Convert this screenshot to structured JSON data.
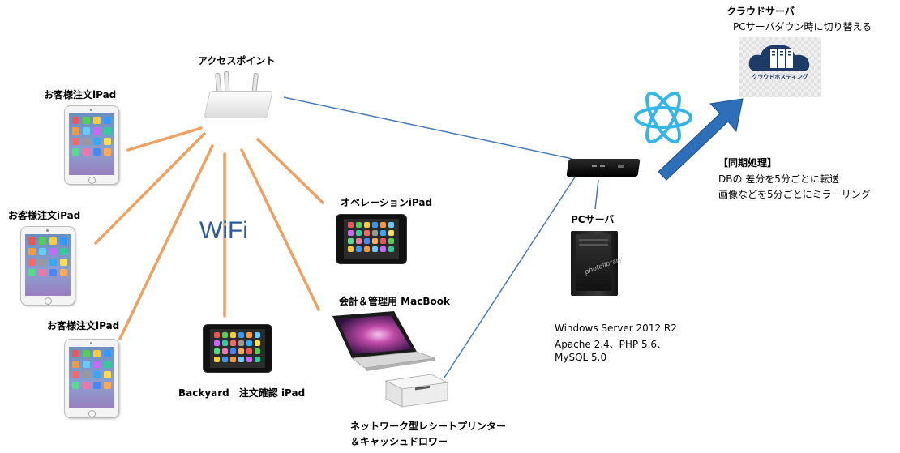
{
  "labels": {
    "cloud_server": "クラウドサーバ",
    "cloud_note": "PCサーバダウン時に切り替える",
    "cloud_icon_caption": "クラウドホスティング",
    "access_point": "アクセスポイント",
    "customer_ipad_1": "お客様注文iPad",
    "customer_ipad_2": "お客様注文iPad",
    "customer_ipad_3": "お客様注文iPad",
    "wifi": "WiFi",
    "operation_ipad": "オペレーションiPad",
    "macbook": "会計＆管理用 MacBook",
    "backyard_ipad": "Backyard　注文確認 iPad",
    "printer_line1": "ネットワーク型レシートプリンター",
    "printer_line2": "＆キャッシュドロワー",
    "pc_server": "PCサーバ",
    "tower_brand": "photolibrary",
    "sync_title": "【同期処理】",
    "sync_line1": "DBの 差分を5分ごとに転送",
    "sync_line2": "画像などを5分ごとにミラーリング",
    "server_spec_1": "Windows Server 2012 R2",
    "server_spec_2": "Apache 2.4、PHP 5.6、",
    "server_spec_3": "MySQL 5.0"
  },
  "colors": {
    "wifi_links": "#f0a060",
    "network_links": "#4a7ab8",
    "sync_arrow": "#2e6fba",
    "wifi_text": "#2e5a9c",
    "cloud_icon": "#1e3a66"
  }
}
